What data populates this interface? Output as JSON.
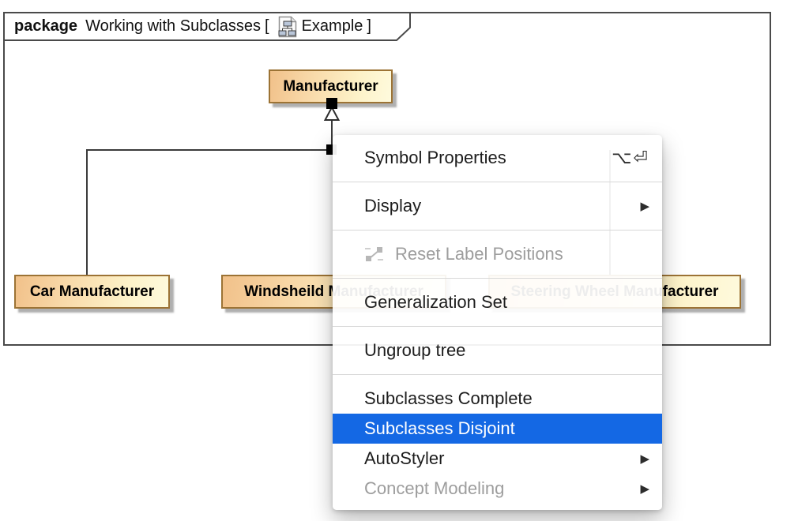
{
  "header": {
    "package_keyword": "package",
    "diagram_title": "Working with Subclasses",
    "bracket_open": "[",
    "bracket_close": "]",
    "diagram_name": "Example"
  },
  "diagram": {
    "parent_class": "Manufacturer",
    "child_classes": [
      "Car Manufacturer",
      "Windsheild Manufacturer",
      "Steering Wheel Manufacturer"
    ]
  },
  "context_menu": {
    "submenu_arrow": "▶",
    "items": [
      {
        "label": "Symbol Properties",
        "shortcut": "⌥⏎"
      },
      {
        "label": "Display",
        "submenu": true
      },
      {
        "label": "Reset Label Positions",
        "disabled": true,
        "icon": "reset-label-positions-icon"
      },
      {
        "label": "Generalization Set"
      },
      {
        "label": "Ungroup tree"
      },
      {
        "label": "Subclasses Complete"
      },
      {
        "label": "Subclasses Disjoint",
        "selected": true
      },
      {
        "label": "AutoStyler",
        "submenu": true
      },
      {
        "label": "Concept Modeling",
        "disabled": true,
        "submenu": true
      }
    ]
  },
  "colors": {
    "selection_highlight": "#1468e4",
    "class_fill_dark": "#f1c18a",
    "class_fill_light": "#fefadd",
    "class_border": "#9c7335",
    "frame_border": "#4a4a4a",
    "connector": "#3b3b3b",
    "disabled_text": "#9d9d9d",
    "menu_separator": "#d8d8d8"
  }
}
